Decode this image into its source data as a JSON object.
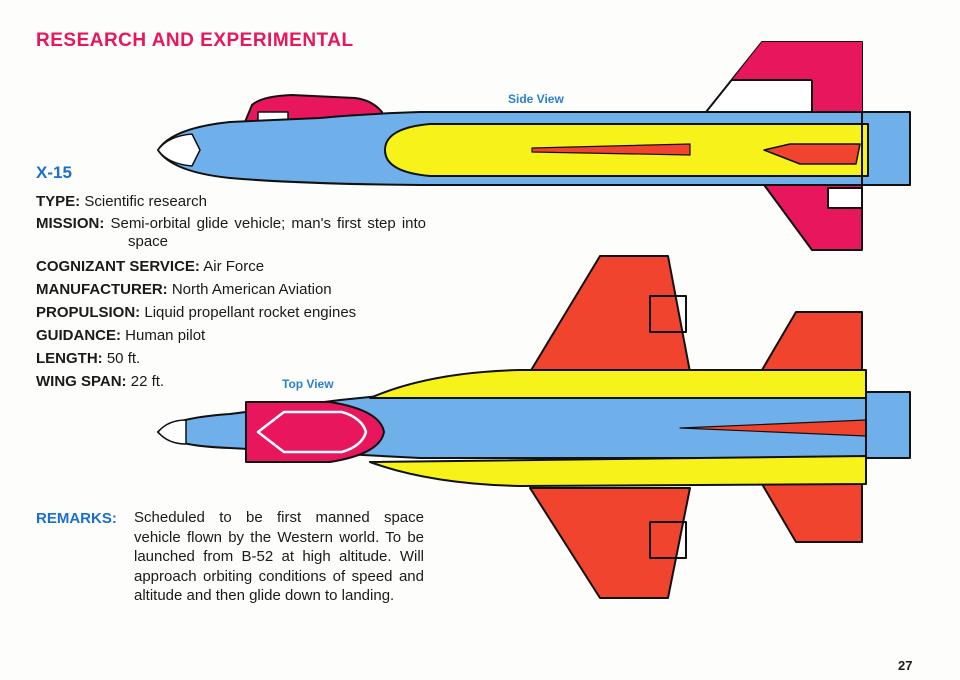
{
  "page": {
    "section_heading": "RESEARCH AND EXPERIMENTAL",
    "page_number": "27"
  },
  "craft": {
    "name": "X-15",
    "specs": [
      {
        "key": "TYPE:",
        "value": "Scientific research"
      },
      {
        "key": "MISSION:",
        "value": "Semi-orbital glide vehicle; man's first step into space"
      },
      {
        "key": "COGNIZANT SERVICE:",
        "value": "Air Force"
      },
      {
        "key": "MANUFACTURER:",
        "value": "North American Aviation"
      },
      {
        "key": "PROPULSION:",
        "value": "Liquid propellant rocket engines"
      },
      {
        "key": "GUIDANCE:",
        "value": "Human pilot"
      },
      {
        "key": "LENGTH:",
        "value": "50 ft."
      },
      {
        "key": "WING SPAN:",
        "value": "22 ft."
      }
    ],
    "remarks_label": "REMARKS:",
    "remarks_text": "Scheduled to be first manned space vehicle flown by the Western world. To be launched from B-52 at high altitude. Will approach orbiting conditions of speed and altitude and then glide down to landing."
  },
  "illustrations": {
    "side_view_label": "Side View",
    "top_view_label": "Top View"
  },
  "colors": {
    "heading_pink": "#e8175d",
    "label_blue": "#1b6fd1",
    "fuselage_blue": "#6fb0ea",
    "stripe_yellow": "#f7f21a",
    "wing_red": "#f0442e",
    "fin_pink": "#e8175d"
  }
}
